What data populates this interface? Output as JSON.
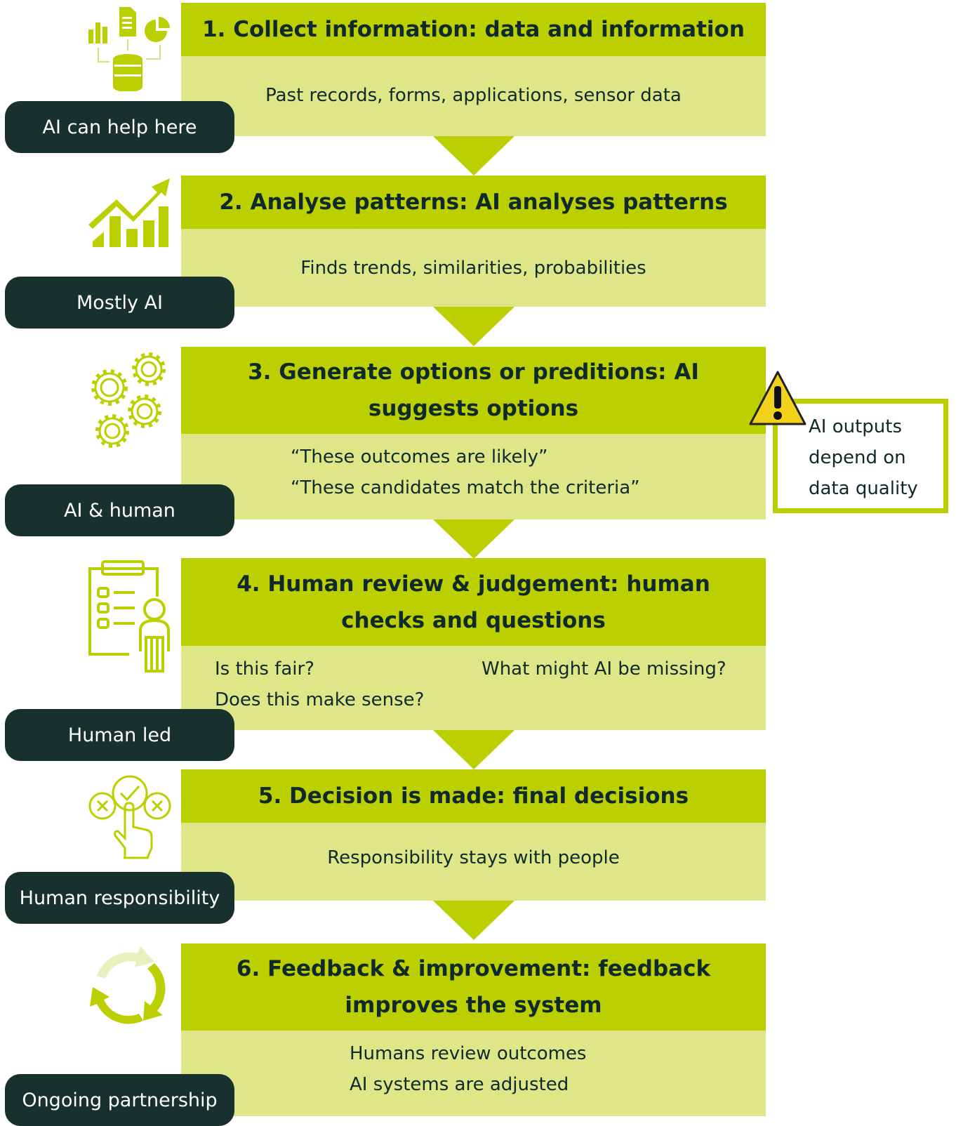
{
  "steps": [
    {
      "title_lines": [
        "1. Collect information: data and information"
      ],
      "body_lines": [
        "Past records, forms, applications, sensor data"
      ],
      "tag": "AI can help here",
      "icon": "data-collection-icon"
    },
    {
      "title_lines": [
        "2. Analyse patterns: AI analyses patterns"
      ],
      "body_lines": [
        "Finds trends, similarities, probabilities"
      ],
      "tag": "Mostly AI",
      "icon": "trend-chart-icon"
    },
    {
      "title_lines": [
        "3. Generate options or preditions: AI",
        "suggests options"
      ],
      "body_lines": [
        "“These outcomes are likely”",
        "“These candidates match the criteria”"
      ],
      "tag": "AI & human",
      "icon": "gears-icon"
    },
    {
      "title_lines": [
        "4. Human review & judgement: human",
        "checks and questions"
      ],
      "body_lines": [
        "Is this fair?",
        "What might AI be missing?",
        "Does this make sense?"
      ],
      "tag": "Human led",
      "icon": "clipboard-person-icon"
    },
    {
      "title_lines": [
        "5. Decision is made: final decisions"
      ],
      "body_lines": [
        "Responsibility stays with people"
      ],
      "tag": "Human responsibility",
      "icon": "decision-hand-icon"
    },
    {
      "title_lines": [
        "6. Feedback & improvement: feedback",
        "improves the system"
      ],
      "body_lines": [
        "Humans review outcomes",
        "AI systems are adjusted"
      ],
      "tag": "Ongoing partnership",
      "icon": "cycle-arrows-icon"
    }
  ],
  "warning": {
    "icon": "warning-triangle-icon",
    "lines": [
      "AI outputs",
      "depend on",
      "data quality"
    ]
  },
  "colors": {
    "accent": "#bccf00",
    "light": "#dfe688",
    "dark": "#18302e",
    "text": "#0f2a2a"
  }
}
